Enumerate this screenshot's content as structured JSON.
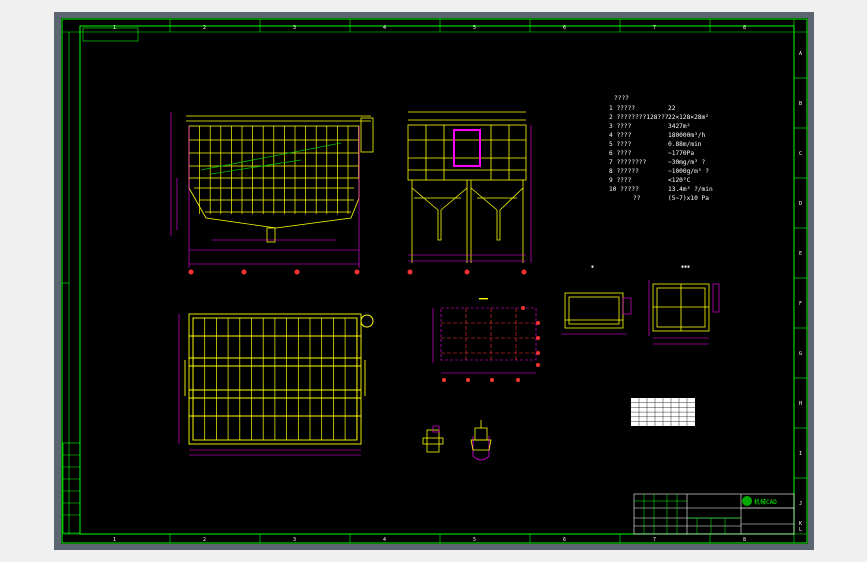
{
  "colors": {
    "page": "#f0f0f0",
    "frame": "#5b6670",
    "canvas": "#000000",
    "border": "#00ff00",
    "drawing": "#ffff00",
    "dimension": "#ff00ff",
    "text": "#ffffff",
    "marker": "#ff3333",
    "cyan": "#00ffff",
    "green": "#00c000"
  },
  "border": {
    "top_numbers": [
      "1",
      "2",
      "3",
      "4",
      "5",
      "6",
      "7",
      "8"
    ],
    "bottom_numbers": [
      "1",
      "2",
      "3",
      "4",
      "5",
      "6",
      "7",
      "8"
    ],
    "right_letters": [
      "A",
      "B",
      "C",
      "D",
      "E",
      "F",
      "G",
      "H",
      "I",
      "J",
      "K",
      "L"
    ]
  },
  "spec_table": {
    "title": "????",
    "rows": [
      {
        "label": "1 ?????",
        "value": "22"
      },
      {
        "label": "2 ????????128???",
        "value": "22×128×28m²"
      },
      {
        "label": "3 ????",
        "value": "3427m²"
      },
      {
        "label": "4 ????",
        "value": "180000m³/h"
      },
      {
        "label": "5 ????",
        "value": "0.88m/min"
      },
      {
        "label": "6 ????",
        "value": "~1770Pa"
      },
      {
        "label": "7 ????????",
        "value": "~30mg/m³ ?"
      },
      {
        "label": "8 ??????",
        "value": "~1000g/m³ ?"
      },
      {
        "label": "9 ????",
        "value": "<120°C"
      },
      {
        "label": "10 ?????",
        "value": "13.4m³ ?/min"
      },
      {
        "label": "??",
        "value": "(5~7)x10  Pa"
      }
    ]
  },
  "title_block": {
    "logo_text": "机械CAD"
  },
  "icons": {
    "logo": "green-logo-icon"
  }
}
